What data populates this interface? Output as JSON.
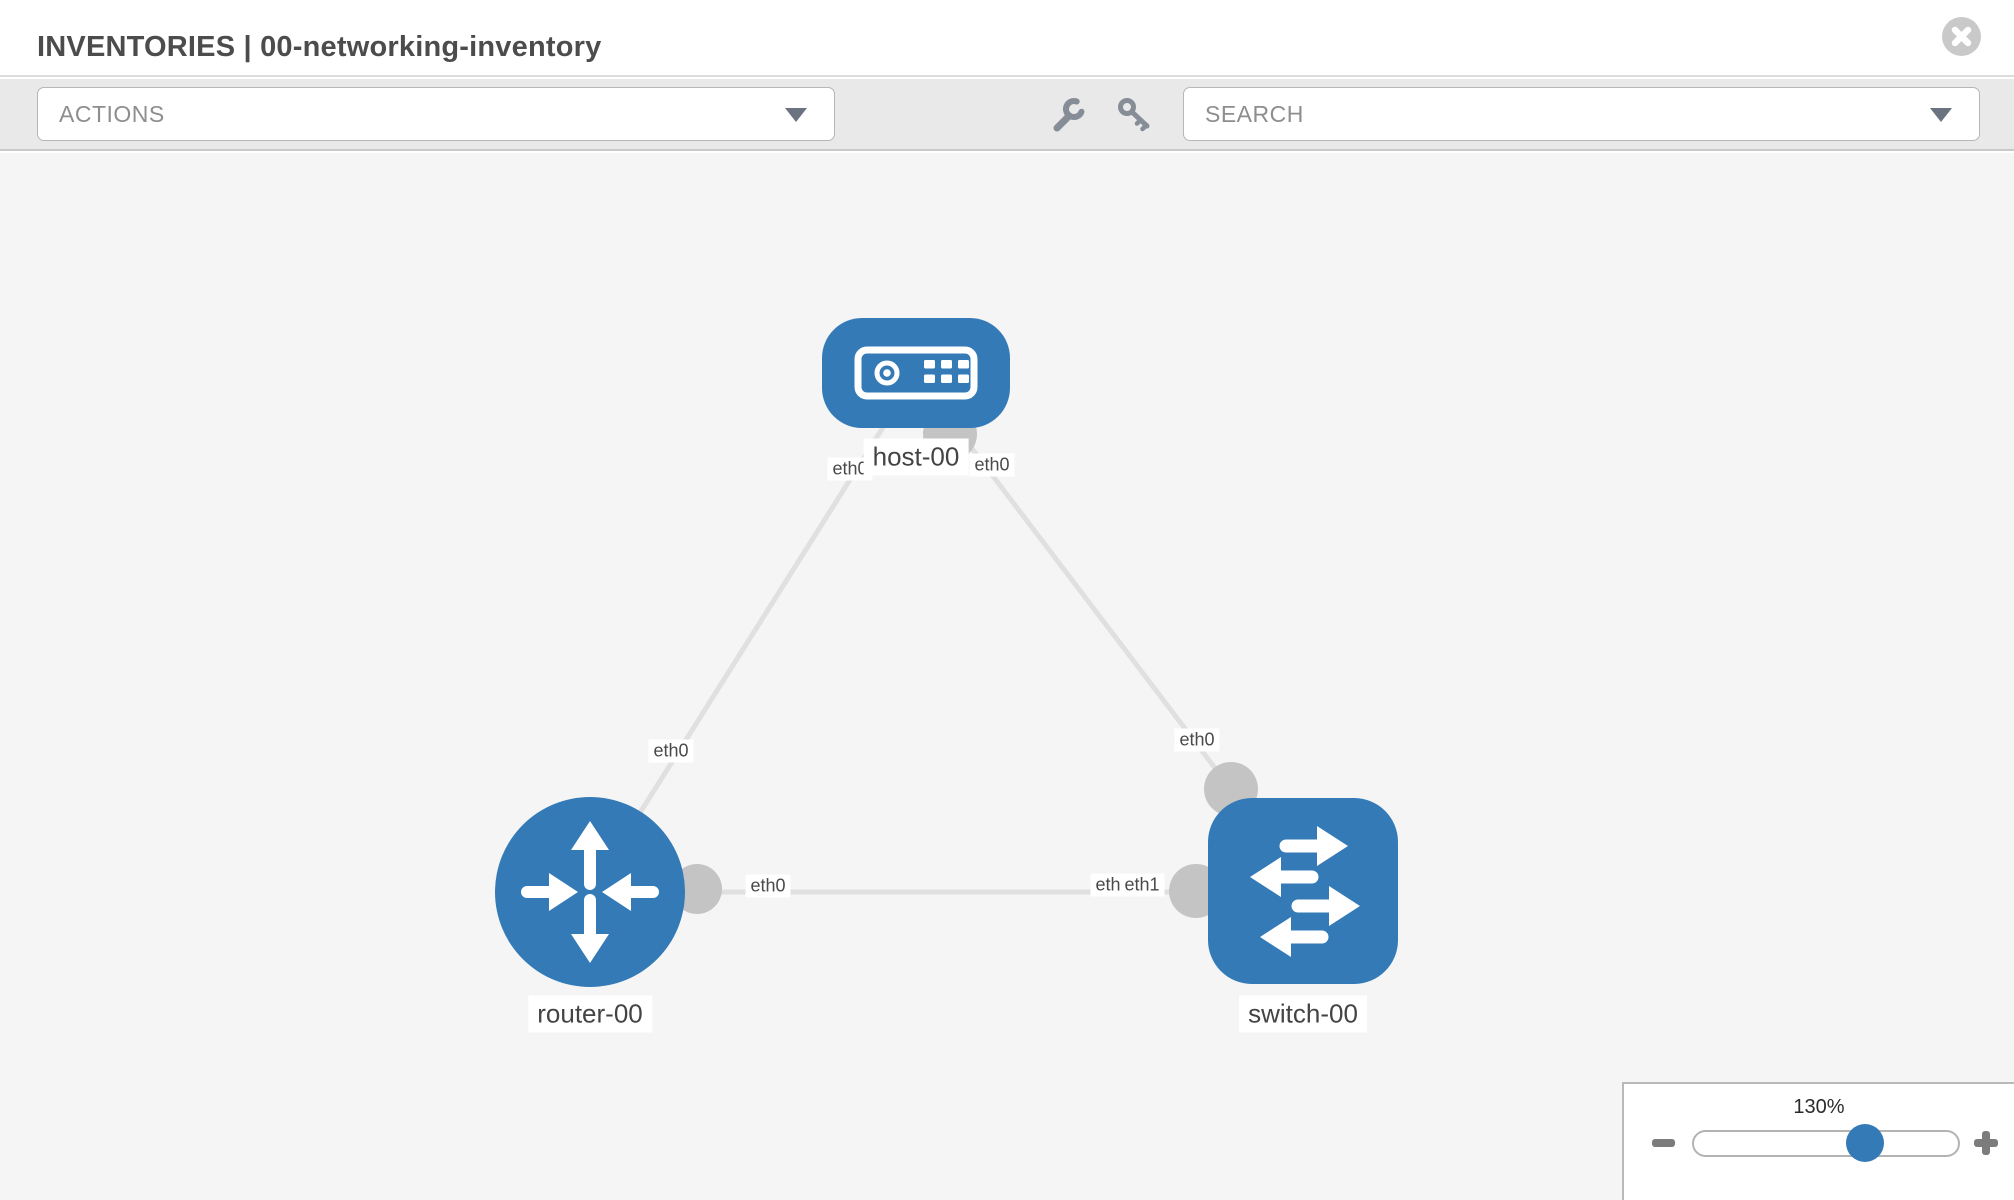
{
  "header": {
    "title": "INVENTORIES | 00-networking-inventory"
  },
  "toolbar": {
    "actions_placeholder": "ACTIONS",
    "search_placeholder": "SEARCH"
  },
  "icons": {
    "close": "circle-x",
    "wrench": "wrench",
    "key": "key",
    "dropdown_caret": "triangle-down",
    "zoom_out": "minus",
    "zoom_in": "plus",
    "host_node": "server",
    "router_node": "router-arrows",
    "switch_node": "switch-arrows"
  },
  "diagram": {
    "nodes": [
      {
        "label": "host-00",
        "type": "host"
      },
      {
        "label": "router-00",
        "type": "router"
      },
      {
        "label": "switch-00",
        "type": "switch"
      }
    ],
    "links": [
      {
        "source": "host-00",
        "target": "router-00",
        "source_interface": "eth0",
        "target_interface": "eth0"
      },
      {
        "source": "host-00",
        "target": "switch-00",
        "source_interface": "eth0",
        "target_interface": "eth0"
      },
      {
        "source": "router-00",
        "target": "switch-00",
        "source_interface": "eth0",
        "target_interface": "eth1",
        "target_interface_overlapped": "eth0"
      }
    ]
  },
  "zoom_control": {
    "level": "130%"
  },
  "colors": {
    "node_blue": "#337ab7",
    "canvas_bg": "#f5f5f5",
    "toolbar_bg": "#e9e9e9",
    "edge": "#e0e0e0",
    "connector": "#c4c4c4"
  }
}
